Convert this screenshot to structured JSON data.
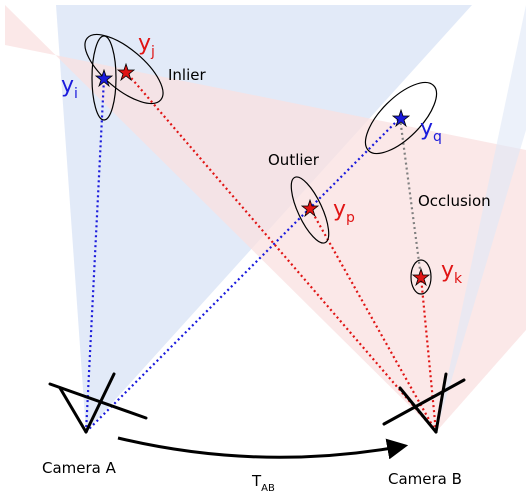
{
  "cameras": {
    "a_label": "Camera A",
    "b_label": "Camera B",
    "transform_symbol": "T",
    "transform_subscript": "AB"
  },
  "points": {
    "yi": {
      "symbol": "y",
      "subscript": "i",
      "color": "#1a1adc"
    },
    "yj": {
      "symbol": "y",
      "subscript": "j",
      "color": "#e01414"
    },
    "yq": {
      "symbol": "y",
      "subscript": "q",
      "color": "#1a1adc"
    },
    "yp": {
      "symbol": "y",
      "subscript": "p",
      "color": "#e01414"
    },
    "yk": {
      "symbol": "y",
      "subscript": "k",
      "color": "#e01414"
    }
  },
  "annotations": {
    "inlier": "Inlier",
    "outlier": "Outlier",
    "occlusion": "Occlusion"
  },
  "colors": {
    "camera_a_ray": "#1a1adc",
    "camera_b_ray": "#e01414",
    "occlusion_ray": "#808080",
    "camera_a_frustum": "#dfe8f7",
    "camera_b_frustum": "#f9e0e0",
    "frustum_overlap": "#e7e2f0"
  }
}
